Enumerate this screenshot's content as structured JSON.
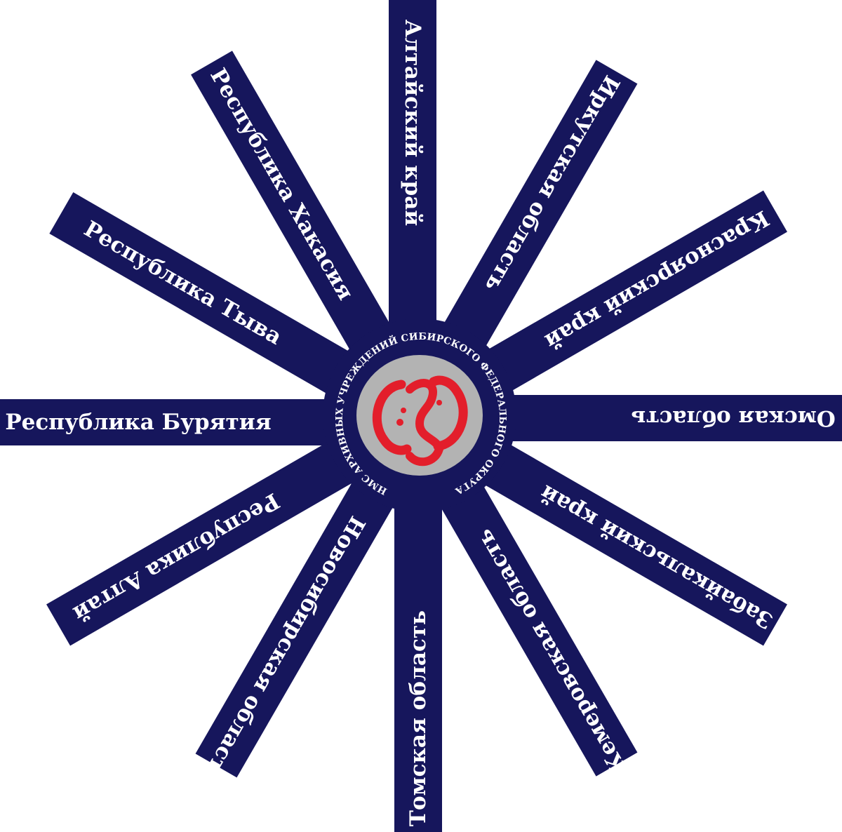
{
  "title": "",
  "colors": {
    "ray": "#16165c",
    "hub": "#16165c",
    "logo_disc": "#b3b3b3",
    "logo_mark": "#e31e2b",
    "text": "#ffffff"
  },
  "ring_text": "НМС АРХИВНЫХ УЧРЕЖДЕНИЙ СИБИРСКОГО ФЕДЕРАЛЬНОГО ОКРУГА",
  "logo": {
    "icon": "archive-emblem-icon"
  },
  "regions": [
    {
      "id": "altai-krai",
      "label": "Алтайский край"
    },
    {
      "id": "irkutsk",
      "label": "Иркутская область"
    },
    {
      "id": "krasnoyarsk",
      "label": "Красноярский край"
    },
    {
      "id": "omsk",
      "label": "Омская область"
    },
    {
      "id": "zabaykalsky",
      "label": "Забайкальский край"
    },
    {
      "id": "kemerovo",
      "label": "Кемеровская область"
    },
    {
      "id": "tomsk",
      "label": "Томская область"
    },
    {
      "id": "novosibirsk",
      "label": "Новосибирская область"
    },
    {
      "id": "altai-republic",
      "label": "Республика Алтай"
    },
    {
      "id": "buryatia",
      "label": "Республика Бурятия"
    },
    {
      "id": "tyva",
      "label": "Республика Тыва"
    },
    {
      "id": "khakassia",
      "label": "Республика Хакасия"
    }
  ]
}
